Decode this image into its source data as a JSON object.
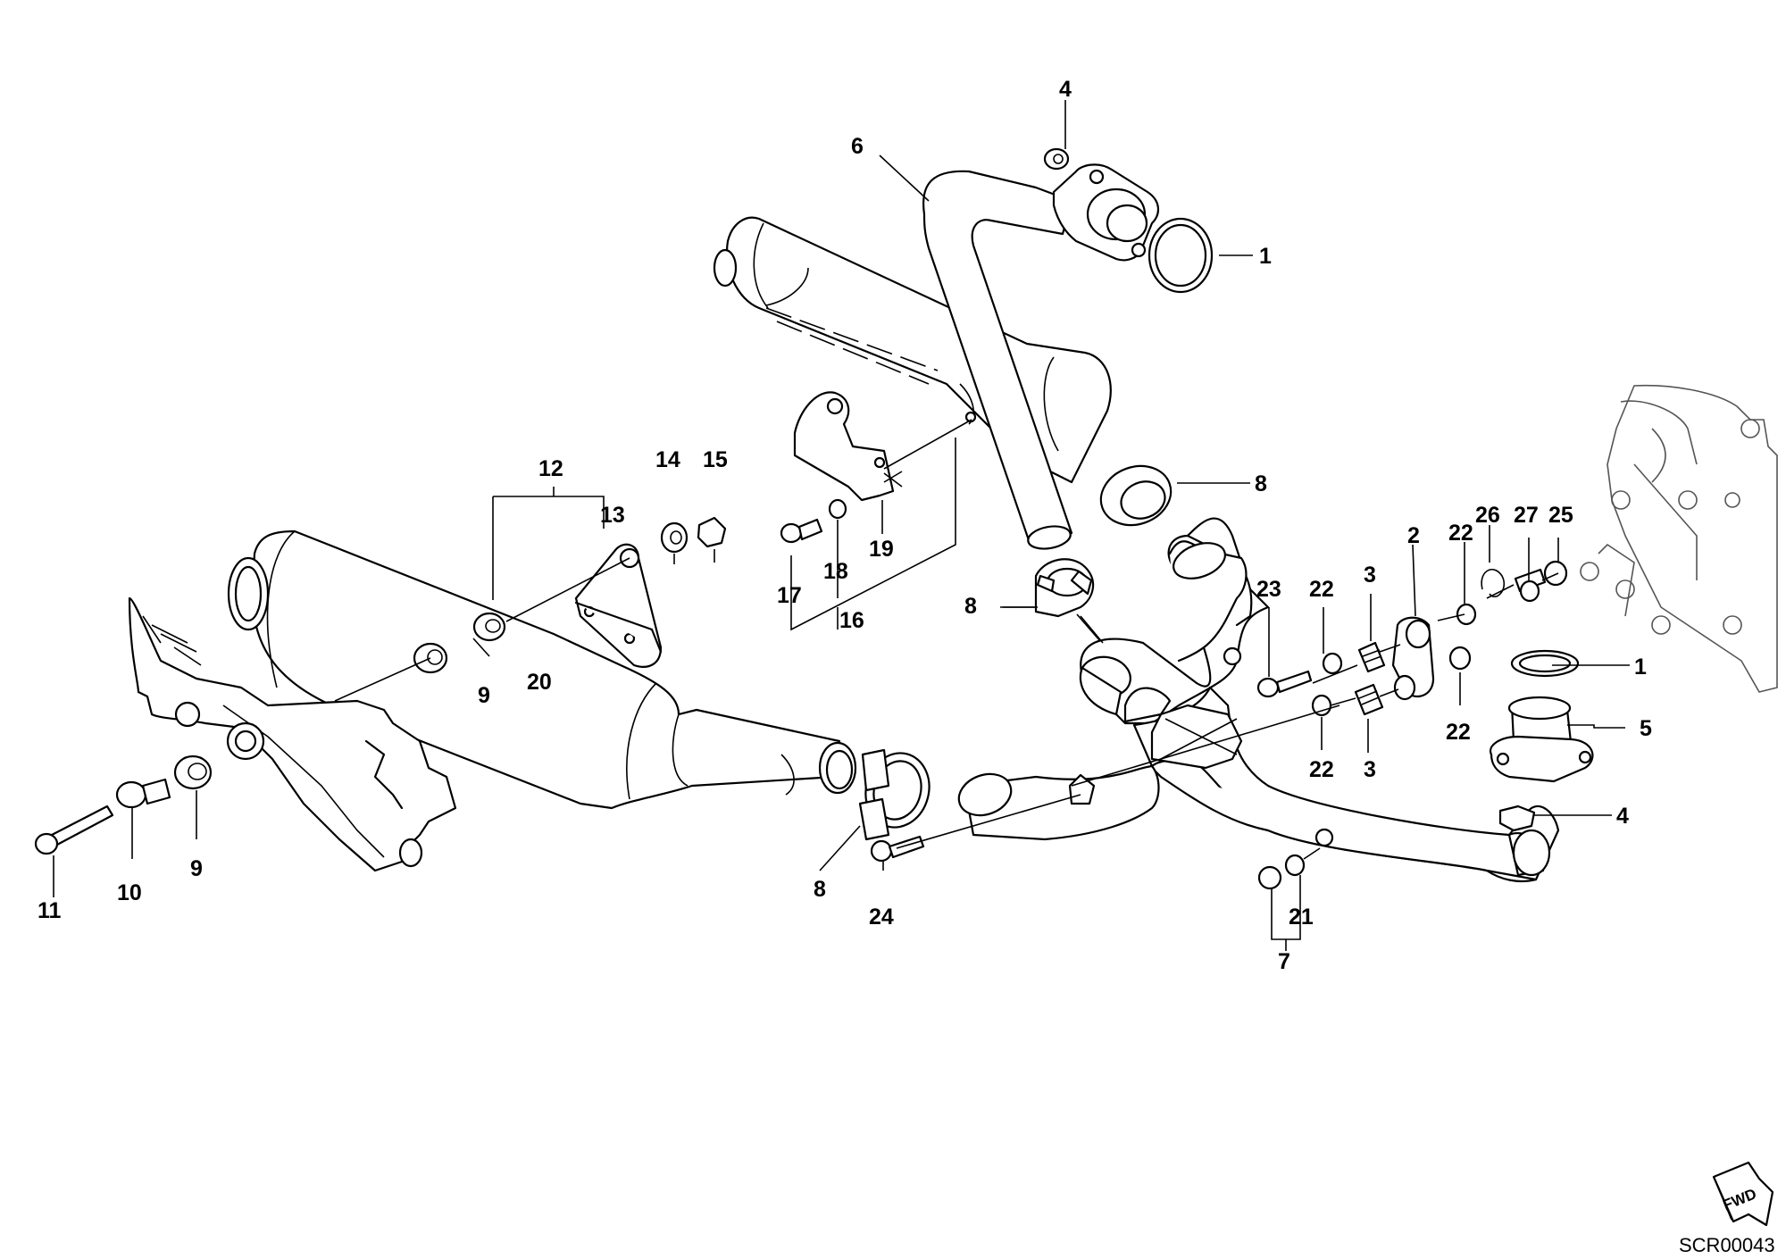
{
  "diagram": {
    "drawing_code": "SCR00043",
    "fwd_label": "FWD",
    "callouts": [
      {
        "id": "c1a",
        "text": "1"
      },
      {
        "id": "c1b",
        "text": "1"
      },
      {
        "id": "c2",
        "text": "2"
      },
      {
        "id": "c3a",
        "text": "3"
      },
      {
        "id": "c3b",
        "text": "3"
      },
      {
        "id": "c4a",
        "text": "4"
      },
      {
        "id": "c4b",
        "text": "4"
      },
      {
        "id": "c5",
        "text": "5"
      },
      {
        "id": "c6",
        "text": "6"
      },
      {
        "id": "c7",
        "text": "7"
      },
      {
        "id": "c8a",
        "text": "8"
      },
      {
        "id": "c8b",
        "text": "8"
      },
      {
        "id": "c8c",
        "text": "8"
      },
      {
        "id": "c9a",
        "text": "9"
      },
      {
        "id": "c9b",
        "text": "9"
      },
      {
        "id": "c10",
        "text": "10"
      },
      {
        "id": "c11",
        "text": "11"
      },
      {
        "id": "c12",
        "text": "12"
      },
      {
        "id": "c13",
        "text": "13"
      },
      {
        "id": "c14",
        "text": "14"
      },
      {
        "id": "c15",
        "text": "15"
      },
      {
        "id": "c16",
        "text": "16"
      },
      {
        "id": "c17",
        "text": "17"
      },
      {
        "id": "c18",
        "text": "18"
      },
      {
        "id": "c19",
        "text": "19"
      },
      {
        "id": "c20",
        "text": "20"
      },
      {
        "id": "c21",
        "text": "21"
      },
      {
        "id": "c22a",
        "text": "22"
      },
      {
        "id": "c22b",
        "text": "22"
      },
      {
        "id": "c22c",
        "text": "22"
      },
      {
        "id": "c22d",
        "text": "22"
      },
      {
        "id": "c23",
        "text": "23"
      },
      {
        "id": "c24",
        "text": "24"
      },
      {
        "id": "c25",
        "text": "25"
      },
      {
        "id": "c26",
        "text": "26"
      },
      {
        "id": "c27",
        "text": "27"
      }
    ]
  }
}
